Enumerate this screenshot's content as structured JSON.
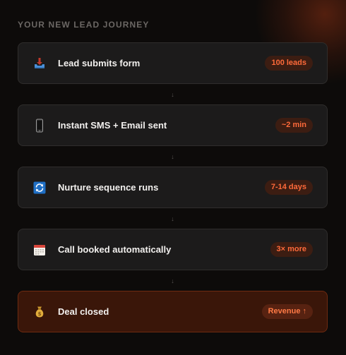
{
  "title": "YOUR NEW LEAD JOURNEY",
  "steps": [
    {
      "icon": "inbox-tray-icon",
      "label": "Lead submits form",
      "badge": "100 leads"
    },
    {
      "icon": "mobile-phone-icon",
      "label": "Instant SMS + Email sent",
      "badge": "~2 min"
    },
    {
      "icon": "refresh-arrows-icon",
      "label": "Nurture sequence runs",
      "badge": "7-14 days"
    },
    {
      "icon": "calendar-icon",
      "label": "Call booked automatically",
      "badge": "3× more"
    },
    {
      "icon": "money-bag-icon",
      "label": "Deal closed",
      "badge": "Revenue ↑"
    }
  ],
  "connector_glyph": "↓",
  "colors": {
    "accent": "#ff6a3a",
    "final_card_bg": "#3a1609",
    "card_bg": "#1c1b1b",
    "page_bg": "#0d0b0a"
  }
}
